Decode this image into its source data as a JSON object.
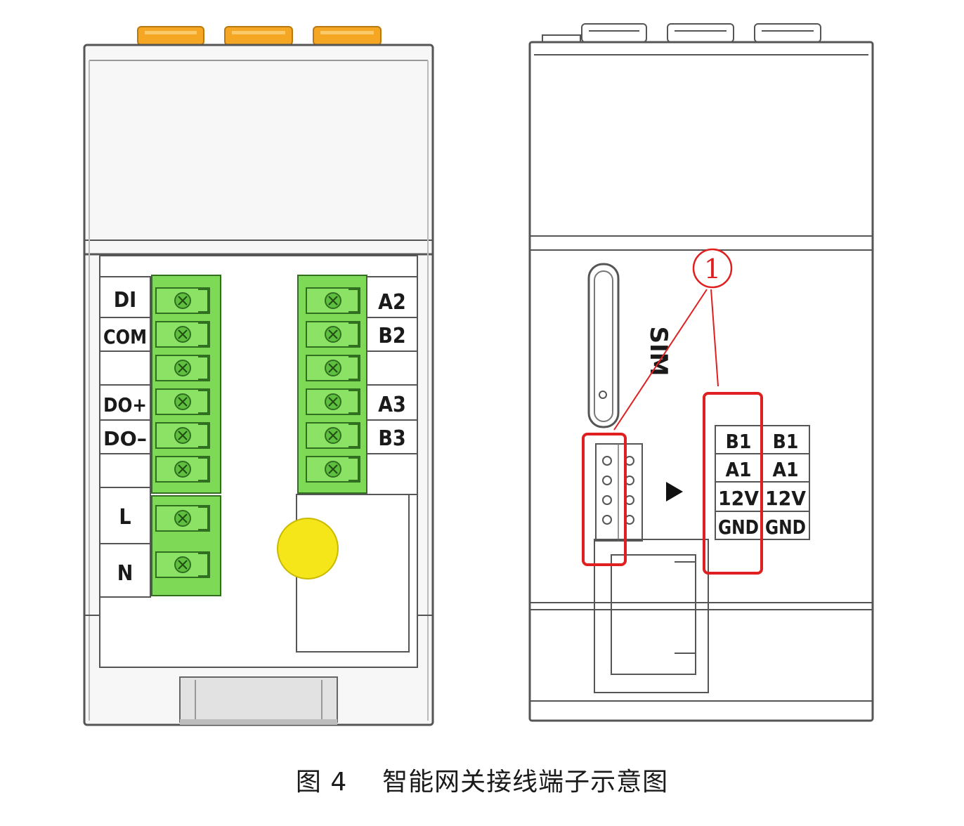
{
  "caption": {
    "figure_no": "图 4",
    "title": "智能网关接线端子示意图"
  },
  "left_device": {
    "left_terminal_labels": [
      "DI",
      "COM",
      "",
      "DO+",
      "DO–",
      "",
      "L",
      "N"
    ],
    "right_terminal_labels": [
      "A2",
      "B2",
      "",
      "A3",
      "B3",
      ""
    ]
  },
  "right_device": {
    "sim_label": "SIM",
    "callout_number": "1",
    "port_table_col1": [
      "B1",
      "A1",
      "12V",
      "GND"
    ],
    "port_table_col2": [
      "B1",
      "A1",
      "12V",
      "GND"
    ]
  },
  "colors": {
    "terminal_green": "#7ED957",
    "terminal_dark": "#3a8a2a",
    "antenna_orange": "#F5A623",
    "status_led_yellow": "#F5E61A",
    "callout_red": "#E02020",
    "outline": "#555555"
  }
}
